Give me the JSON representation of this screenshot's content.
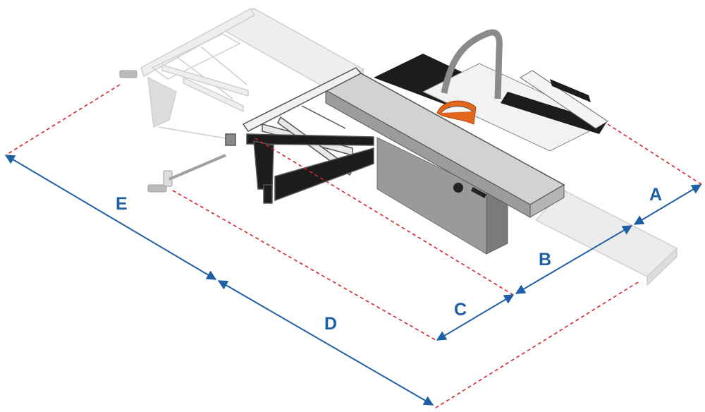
{
  "diagram": {
    "colors": {
      "dimension_line": "#1f5fa6",
      "extension_line": "#d8232a",
      "machine_dark": "#1a1a1a",
      "machine_gray": "#8a8a8a",
      "machine_light": "#d6d6d6",
      "ghost": "#e6e6e6",
      "blade_guard": "#e3651d"
    },
    "dimensions": [
      {
        "id": "A",
        "label": "A"
      },
      {
        "id": "B",
        "label": "B"
      },
      {
        "id": "C",
        "label": "C"
      },
      {
        "id": "D",
        "label": "D"
      },
      {
        "id": "E",
        "label": "E"
      }
    ]
  }
}
